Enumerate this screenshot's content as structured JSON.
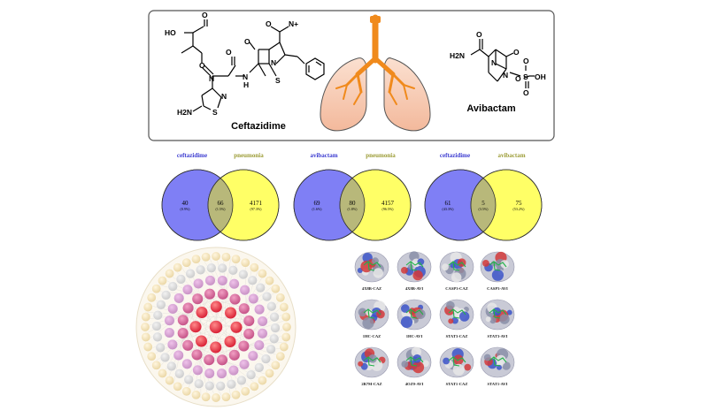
{
  "top_panel": {
    "drug1_name": "Ceftazidime",
    "drug2_name": "Avibactam",
    "ceftazidime_atoms": [
      "HO",
      "O",
      "O",
      "N",
      "H",
      "N",
      "N",
      "H2N",
      "S",
      "O",
      "N",
      "S",
      "O",
      "O",
      "N+"
    ],
    "avibactam_atoms": [
      "O",
      "H2N",
      "O",
      "N",
      "N",
      "O",
      "S",
      "OH",
      "O",
      "O"
    ]
  },
  "venn_diagrams": [
    {
      "left_label": "ceftazidime",
      "right_label": "pneumonia",
      "left_only": "40",
      "left_only_pct": "(0.9%)",
      "overlap": "66",
      "overlap_pct": "(1.5%)",
      "right_only": "4171",
      "right_only_pct": "(97.3%)"
    },
    {
      "left_label": "avibactam",
      "right_label": "pneumonia",
      "left_only": "69",
      "left_only_pct": "(1.6%)",
      "overlap": "80",
      "overlap_pct": "(1.8%)",
      "right_only": "4157",
      "right_only_pct": "(96.5%)"
    },
    {
      "left_label": "ceftazidime",
      "right_label": "avibactam",
      "left_only": "61",
      "left_only_pct": "(43.3%)",
      "overlap": "5",
      "overlap_pct": "(3.5%)",
      "right_only": "75",
      "right_only_pct": "(53.2%)"
    }
  ],
  "colors": {
    "venn_blue": "#7f7ff5",
    "venn_yellow": "#ffff66",
    "venn_overlap": "#b8b87a",
    "lung_fill": "#f6c8b2",
    "trachea": "#f08a1c",
    "ring_center": "#e8283c",
    "ring_mid": "#d65a8c",
    "ring_outer": "#c98fc6",
    "ring_gray": "#cfcfcf",
    "ring_tan": "#f1e2be"
  },
  "docking_panel": {
    "labels": [
      "4X8B-CAZ",
      "4X8B-AVI",
      "CASP3-CAZ",
      "CASP3-AVI",
      "1HC-CAZ",
      "1HC-AVI",
      "STAT3-CAZ",
      "STAT3-AVI",
      "2B7M-CAZ",
      "4OZ9-AVI",
      "STAT1-CAZ",
      "STAT1-AVI"
    ]
  }
}
